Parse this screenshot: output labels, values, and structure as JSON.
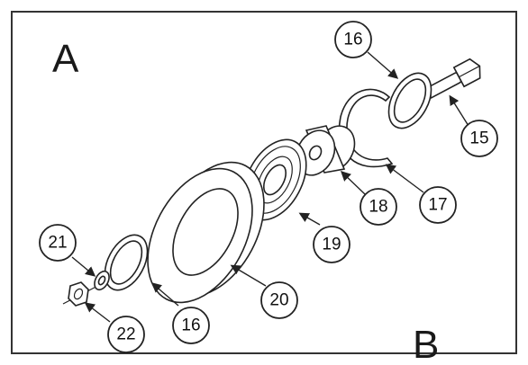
{
  "corner_labels": {
    "top_left": "A",
    "bottom_right": "B"
  },
  "callouts": {
    "c15": "15",
    "c16_top": "16",
    "c16_bottom": "16",
    "c17": "17",
    "c18": "18",
    "c19": "19",
    "c20": "20",
    "c21": "21",
    "c22": "22"
  },
  "colors": {
    "line": "#222222",
    "background": "#ffffff"
  }
}
